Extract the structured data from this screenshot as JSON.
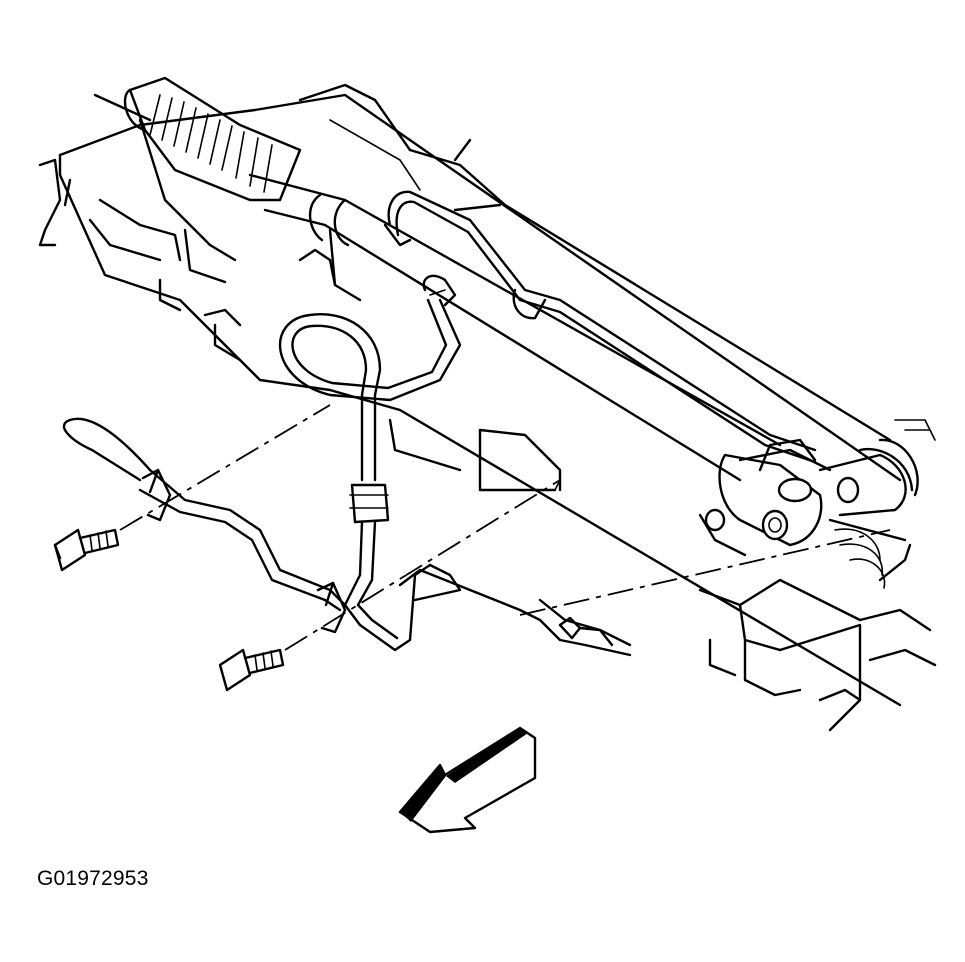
{
  "figure": {
    "id_label": "G01972953",
    "colors": {
      "line": "#000000",
      "background": "#ffffff"
    },
    "parts": [
      "steering-gear-boot-left",
      "steering-gear-boot-right",
      "crossmember",
      "fluid-pipe",
      "clip",
      "bolt",
      "direction-arrow"
    ]
  }
}
